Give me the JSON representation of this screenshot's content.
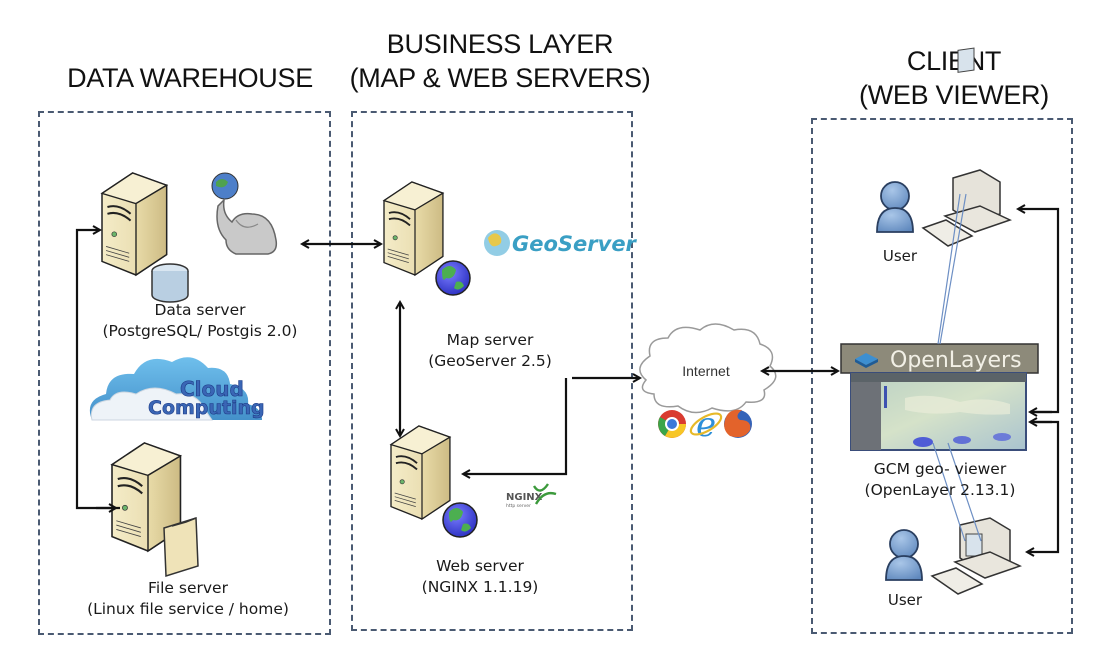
{
  "headings": {
    "data_warehouse": "DATA WAREHOUSE",
    "business_layer_line1": "BUSINESS LAYER",
    "business_layer_line2": "(MAP & WEB SERVERS)",
    "client_line1": "CLIENT",
    "client_line2": "(WEB VIEWER)"
  },
  "data_warehouse": {
    "data_server": {
      "name": "Data server",
      "detail": "(PostgreSQL/ Postgis 2.0)"
    },
    "cloud_logo": {
      "line1": "Cloud",
      "line2": "Computing"
    },
    "file_server": {
      "name": "File server",
      "detail": "(Linux file service / home)"
    }
  },
  "business_layer": {
    "map_server": {
      "name": "Map server",
      "detail": "(GeoServer 2.5)",
      "logo_text": "GeoServer"
    },
    "web_server": {
      "name": "Web server",
      "detail": "(NGINX 1.1.19)",
      "logo_text": "NGINX",
      "logo_sub": "http server"
    }
  },
  "internet": {
    "label": "Internet",
    "browsers": [
      "chrome-icon",
      "internet-explorer-icon",
      "firefox-icon"
    ]
  },
  "client": {
    "openlayers_banner": "OpenLayers",
    "viewer": {
      "name": "GCM geo- viewer",
      "detail": "(OpenLayer 2.13.1)"
    },
    "users": [
      {
        "label": "User"
      },
      {
        "label": "User"
      }
    ]
  },
  "colors": {
    "panel_border": "#4a5a72",
    "server_body": "#e9dcab",
    "geoserver_text": "#3a9fc4",
    "nginx_green": "#3c9a3c",
    "openlayers_banner": "#8d8a7a",
    "user_blue": "#7ea3cf"
  }
}
